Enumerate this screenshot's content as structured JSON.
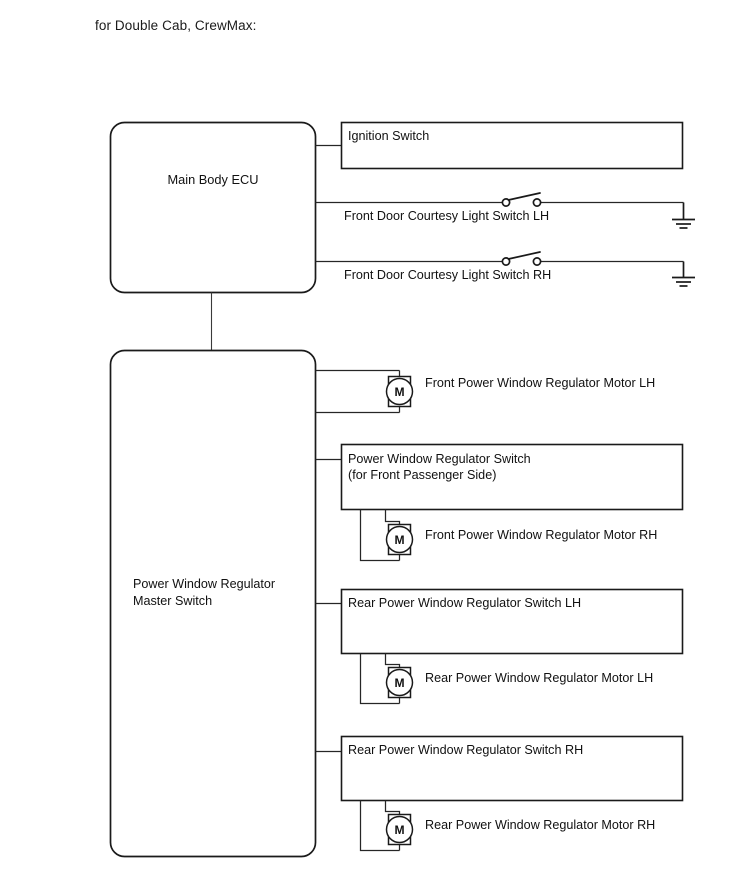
{
  "caption": "for Double Cab, CrewMax:",
  "diagram": {
    "type": "automotive-wiring-block-diagram",
    "colors": {
      "background": "#ffffff",
      "line": "#1a1a1a",
      "text": "#111111"
    },
    "modules": [
      {
        "id": "main-body-ecu",
        "label": "Main Body ECU",
        "shape": "rounded-rect"
      },
      {
        "id": "power-window-regulator-master-switch",
        "label_line1": "Power Window Regulator",
        "label_line2": "Master Switch",
        "shape": "rounded-rect"
      }
    ],
    "components": [
      {
        "id": "ignition-switch",
        "label": "Ignition Switch",
        "kind": "box",
        "connects_to": "main-body-ecu"
      },
      {
        "id": "front-door-courtesy-light-switch-lh",
        "label": "Front Door Courtesy Light Switch LH",
        "kind": "switch-line-to-ground",
        "connects_to": "main-body-ecu",
        "symbol": "open-switch",
        "terminates": "ground"
      },
      {
        "id": "front-door-courtesy-light-switch-rh",
        "label": "Front Door Courtesy Light Switch RH",
        "kind": "switch-line-to-ground",
        "connects_to": "main-body-ecu",
        "symbol": "open-switch",
        "terminates": "ground"
      },
      {
        "id": "front-power-window-regulator-motor-lh",
        "label": "Front Power Window Regulator Motor LH",
        "kind": "motor",
        "symbol_letter": "M",
        "connects_to": "power-window-regulator-master-switch"
      },
      {
        "id": "power-window-regulator-switch-front-passenger",
        "label_line1": "Power Window Regulator Switch",
        "label_line2": "(for Front Passenger Side)",
        "kind": "box",
        "connects_to": "power-window-regulator-master-switch"
      },
      {
        "id": "front-power-window-regulator-motor-rh",
        "label": "Front Power Window Regulator Motor RH",
        "kind": "motor",
        "symbol_letter": "M",
        "connects_to": "power-window-regulator-switch-front-passenger"
      },
      {
        "id": "rear-power-window-regulator-switch-lh",
        "label": "Rear Power Window Regulator Switch LH",
        "kind": "box",
        "connects_to": "power-window-regulator-master-switch"
      },
      {
        "id": "rear-power-window-regulator-motor-lh",
        "label": "Rear Power Window Regulator Motor LH",
        "kind": "motor",
        "symbol_letter": "M",
        "connects_to": "rear-power-window-regulator-switch-lh"
      },
      {
        "id": "rear-power-window-regulator-switch-rh",
        "label": "Rear Power Window Regulator Switch RH",
        "kind": "box",
        "connects_to": "power-window-regulator-master-switch"
      },
      {
        "id": "rear-power-window-regulator-motor-rh",
        "label": "Rear Power Window Regulator Motor RH",
        "kind": "motor",
        "symbol_letter": "M",
        "connects_to": "rear-power-window-regulator-switch-rh"
      }
    ]
  }
}
